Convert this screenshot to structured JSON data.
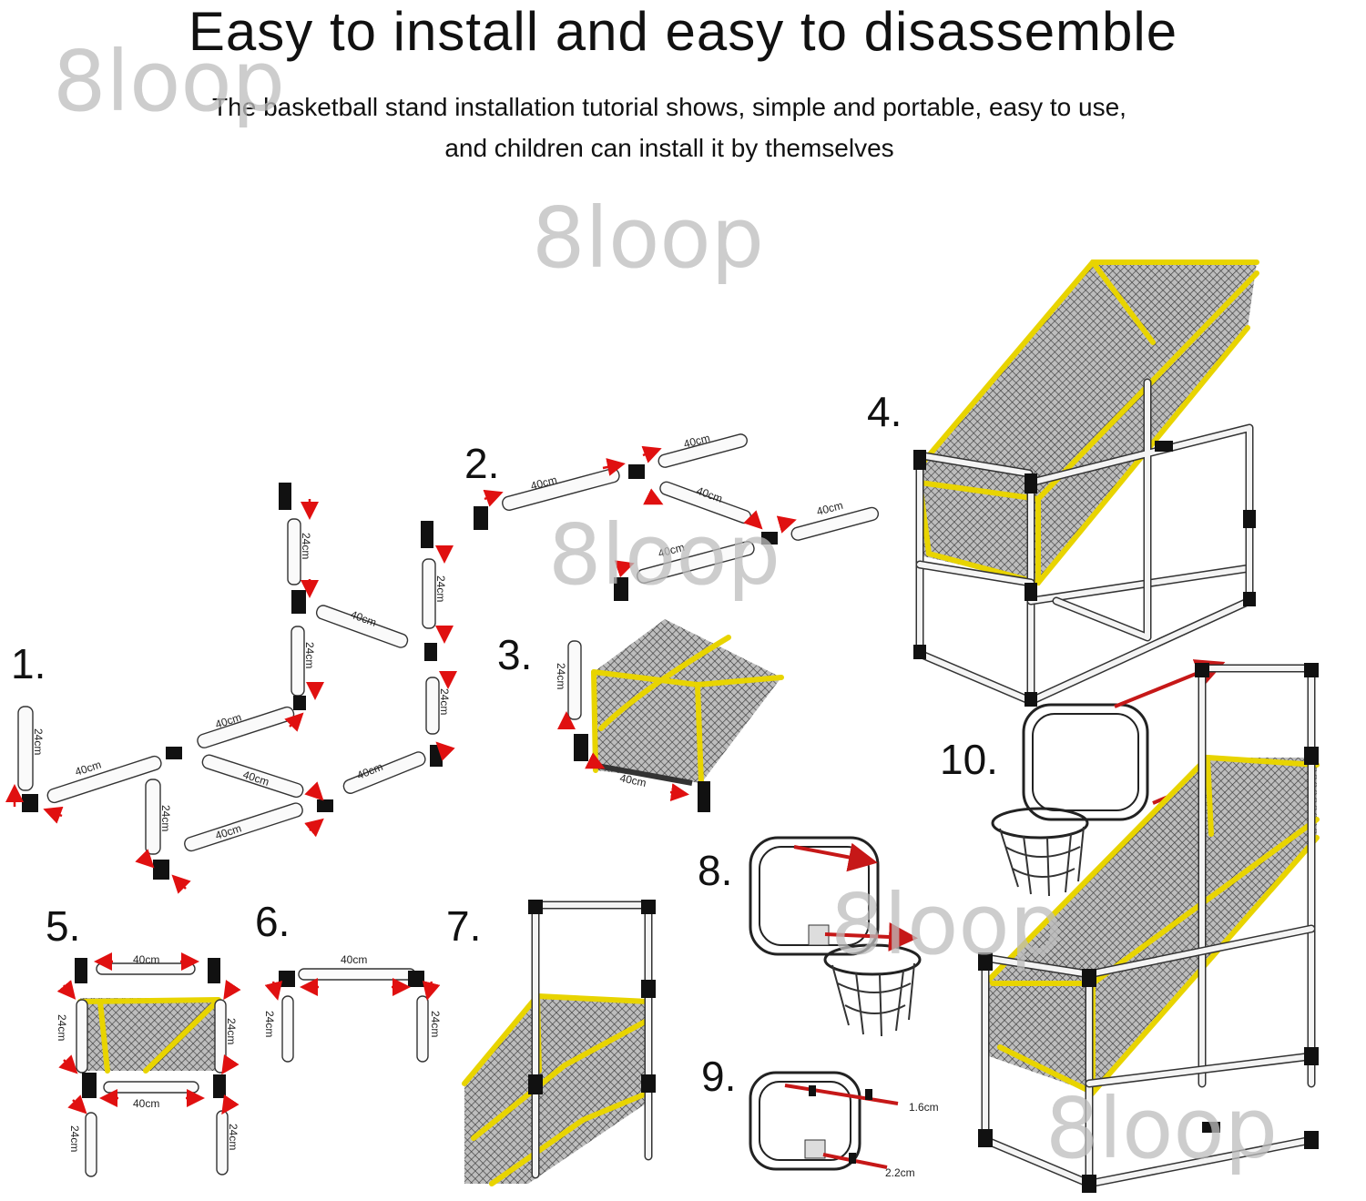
{
  "header": {
    "title": "Easy to install and easy to disassemble",
    "subtitle_line1": "The basketball stand installation tutorial shows, simple and portable, easy to use,",
    "subtitle_line2": "and children can install it by themselves"
  },
  "watermark": "8loop",
  "steps": [
    "1.",
    "2.",
    "3.",
    "4.",
    "5.",
    "6.",
    "7.",
    "8.",
    "9.",
    "10."
  ],
  "dimensions": {
    "len40": "40cm",
    "len24": "24cm",
    "bolt_short": "1.6cm",
    "bolt_long": "2.2cm"
  },
  "colors": {
    "net_yellow": "#e8d400",
    "arrow_red": "#e01010",
    "joint_black": "#111111"
  }
}
